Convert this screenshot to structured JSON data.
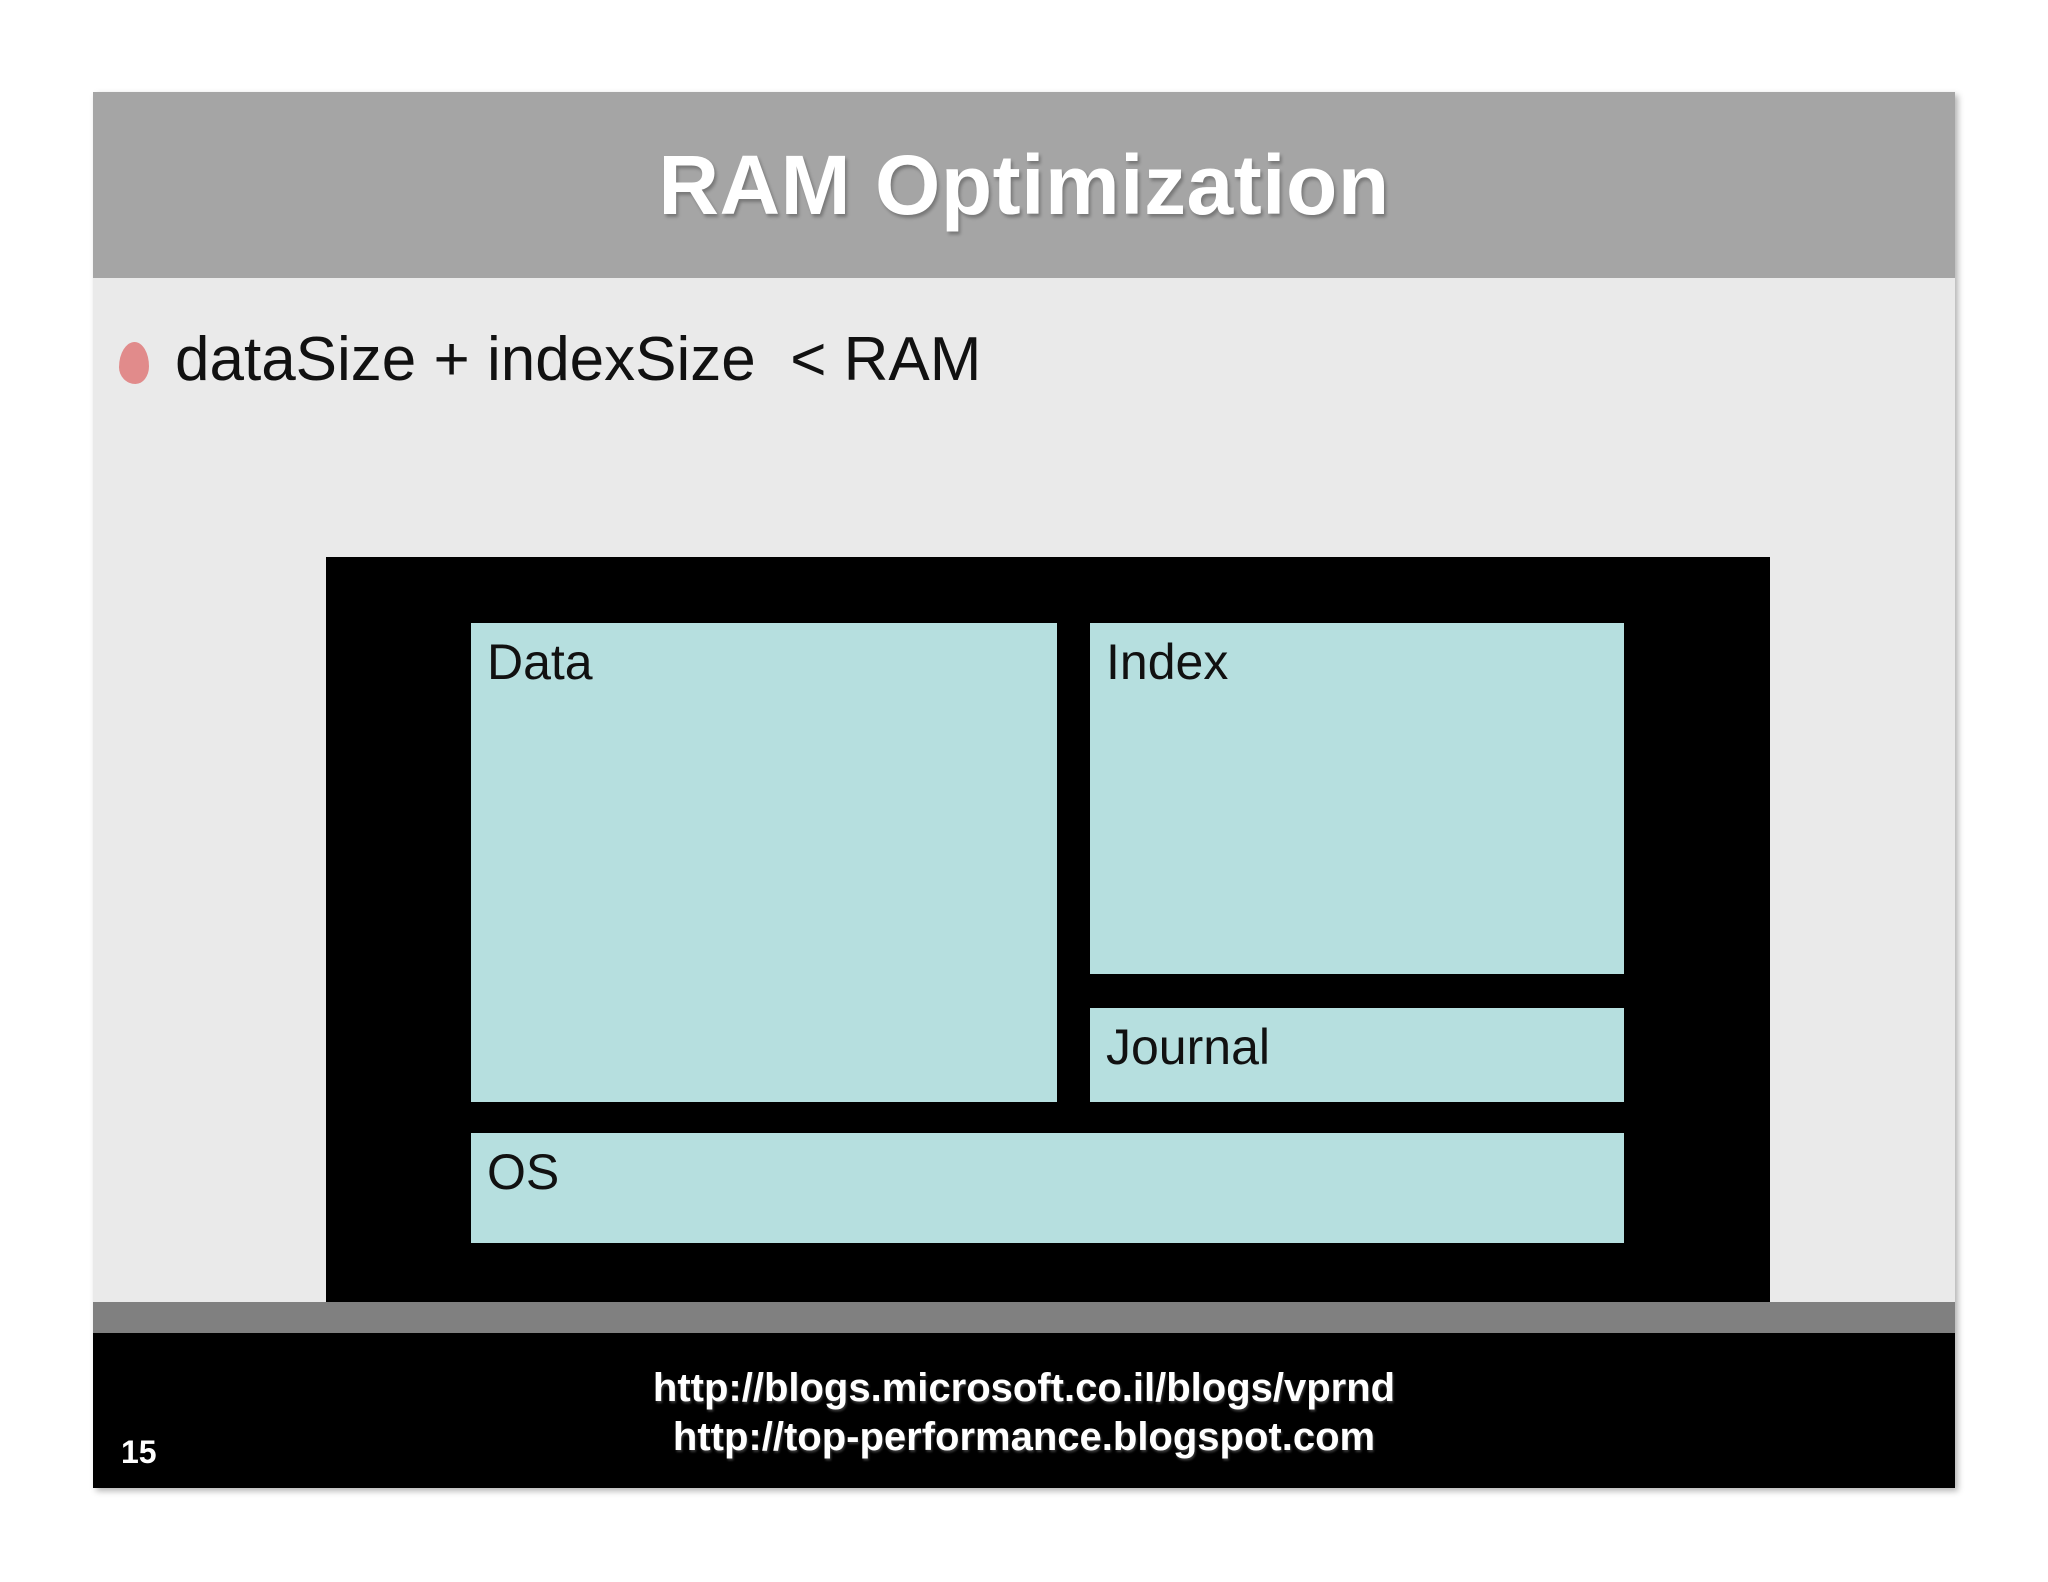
{
  "slide": {
    "title": "RAM Optimization",
    "page_number": "15",
    "colors": {
      "title_band": "#a5a5a5",
      "body_background": "#eaeaea",
      "bullet_marker": "#e18b8b",
      "memory_box_fill": "#b6dfdf",
      "container_fill": "#000000",
      "bottom_strip": "#808080",
      "footer_background": "#000000",
      "footer_text": "#ffffff"
    }
  },
  "body": {
    "bullets": [
      {
        "marker": "diamond-bullet",
        "text": "dataSize + indexSize  < RAM"
      }
    ]
  },
  "diagram": {
    "name": "ram-memory-layout",
    "boxes": [
      {
        "id": "data",
        "label": "Data"
      },
      {
        "id": "index",
        "label": "Index"
      },
      {
        "id": "journal",
        "label": "Journal"
      },
      {
        "id": "os",
        "label": "OS"
      }
    ]
  },
  "footer": {
    "links": [
      "http://blogs.microsoft.co.il/blogs/vprnd",
      "http://top-performance.blogspot.com"
    ]
  }
}
